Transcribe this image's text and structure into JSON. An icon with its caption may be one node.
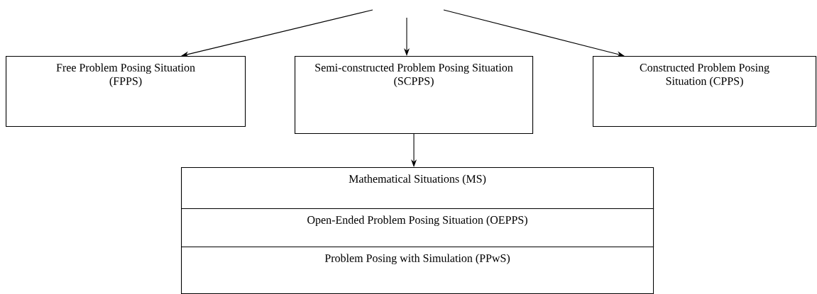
{
  "diagram": {
    "nodes": [
      {
        "text": [
          "Free Problem Posing Situation (FPPS)"
        ]
      },
      {
        "text": [
          "Semi-constructed Problem Posing Situation (SCPPS)"
        ]
      },
      {
        "text": [
          "Constructed Problem Posing Situation (CPPS)"
        ]
      },
      {
        "text": [
          "Mathematical Situations (MS)"
        ]
      },
      {
        "text": [
          "Open-Ended Problem Posing Situation (OEPPS)"
        ]
      },
      {
        "text": [
          "Problem Posing with Simulation (PPwS)"
        ]
      }
    ],
    "edges": [
      {
        "from": null,
        "to": 0,
        "arrow": "to"
      },
      {
        "from": null,
        "to": 1,
        "arrow": "to"
      },
      {
        "from": null,
        "to": 2,
        "arrow": "to"
      },
      {
        "from": 1,
        "to": 3,
        "arrow": "to"
      }
    ]
  }
}
